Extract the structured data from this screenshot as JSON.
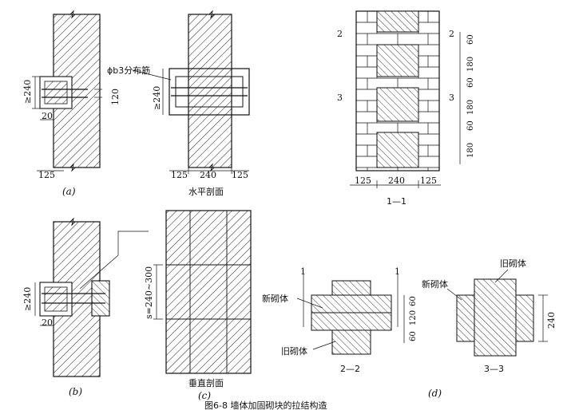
{
  "labels": {
    "fig_a": "(a)",
    "fig_b": "(b)",
    "fig_c": "(c)",
    "fig_d": "(d)",
    "h_section": "水平剖面",
    "v_section": "垂直剖面",
    "sec_11": "1—1",
    "sec_22": "2—2",
    "sec_33": "3—3",
    "rebar_note": "ϕb3分布筋",
    "new_masonry": "新砌体",
    "old_masonry": "旧砌体",
    "caption": "图6-8 墙体加固砌块的拉结构造"
  },
  "dims": {
    "d240_ge": "≥240",
    "d120": "120",
    "d20": "20",
    "d125": "125",
    "d240": "240",
    "d180": "180",
    "d60": "60",
    "d_s": "s=240~300",
    "m1": "1",
    "m2": "2",
    "m3": "3"
  }
}
